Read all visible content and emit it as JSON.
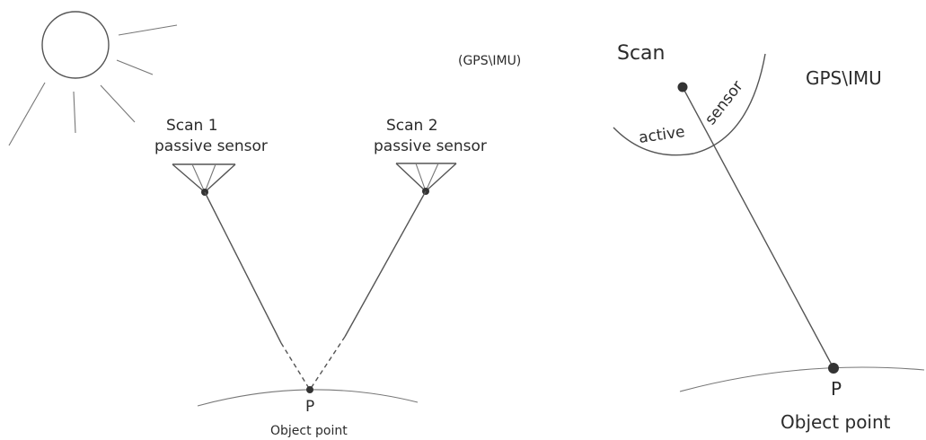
{
  "left_diagram": {
    "gps_label": "(GPS\\IMU)",
    "scan1_label": "Scan 1",
    "scan1_sensor": "passive sensor",
    "scan2_label": "Scan 2",
    "scan2_sensor": "passive sensor",
    "point_label": "P",
    "object_label": "Object point",
    "sun_icon": "sun-icon"
  },
  "right_diagram": {
    "scan_label": "Scan",
    "gps_label": "GPS\\IMU",
    "active_label": "active",
    "sensor_label": "sensor",
    "point_label": "P",
    "object_label": "Object point"
  },
  "colors": {
    "ink": "#2b2b2b",
    "stroke": "#555555"
  }
}
